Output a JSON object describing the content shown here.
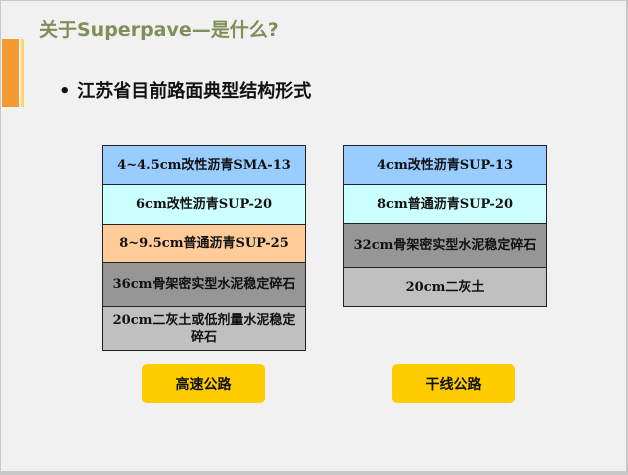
{
  "slide": {
    "title": "关于Superpave—是什么?",
    "bullet": "江苏省目前路面典型结构形式",
    "colors": {
      "title": "#7f8f5a",
      "accent_orange": "#f59a32",
      "accent_yellow": "#ffd56a",
      "button": "#ffcc00"
    }
  },
  "structures": [
    {
      "label": "高速公路",
      "layers": [
        {
          "text": "4~4.5cm改性沥青SMA-13",
          "color": "#99ccff"
        },
        {
          "text": "6cm改性沥青SUP-20",
          "color": "#ccffff"
        },
        {
          "text": "8~9.5cm普通沥青SUP-25",
          "color": "#ffcc99"
        },
        {
          "text": "36cm骨架密实型水泥稳定碎石",
          "color": "#969696"
        },
        {
          "text": "20cm二灰土或低剂量水泥稳定碎石",
          "color": "#c0c0c0"
        }
      ]
    },
    {
      "label": "干线公路",
      "layers": [
        {
          "text": "4cm改性沥青SUP-13",
          "color": "#99ccff"
        },
        {
          "text": "8cm普通沥青SUP-20",
          "color": "#ccffff"
        },
        {
          "text": "32cm骨架密实型水泥稳定碎石",
          "color": "#969696"
        },
        {
          "text": "20cm二灰土",
          "color": "#c0c0c0"
        }
      ]
    }
  ]
}
